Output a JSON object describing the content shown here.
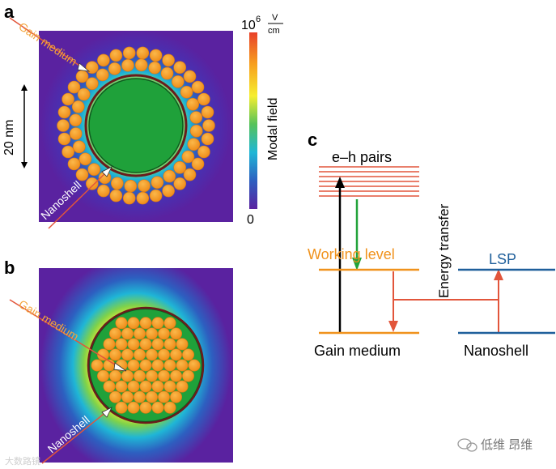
{
  "panels": {
    "a": "a",
    "b": "b",
    "c": "c"
  },
  "panel_a": {
    "gain_label": "Gain medium",
    "nanoshell_label": "Nanoshell",
    "scale_label": "20 nm",
    "colorbar": {
      "top_base": "10",
      "top_exp": "6",
      "unit_num": "V",
      "unit_den": "cm",
      "bottom": "0",
      "title": "Modal field",
      "colors": [
        "#e8402a",
        "#f7a01e",
        "#f6ee2f",
        "#56c25a",
        "#1fb6d6",
        "#2d5fc0",
        "#5a22a0"
      ]
    }
  },
  "panel_b": {
    "gain_label": "Gain medium",
    "nanoshell_label": "Nanoshell"
  },
  "panel_c": {
    "eh_pairs": "e–h pairs",
    "working_level": "Working level",
    "energy_transfer": "Energy transfer",
    "lsp": "LSP",
    "gain_medium": "Gain medium",
    "nanoshell": "Nanoshell",
    "colors": {
      "orange": "#f0921c",
      "blue": "#1f5f9b",
      "red_lines": "#e2553b",
      "green_arrow": "#22a33a",
      "black_arrow": "#000000"
    }
  },
  "watermark_left": "大数路镜",
  "watermark_right": "低维 昂维"
}
